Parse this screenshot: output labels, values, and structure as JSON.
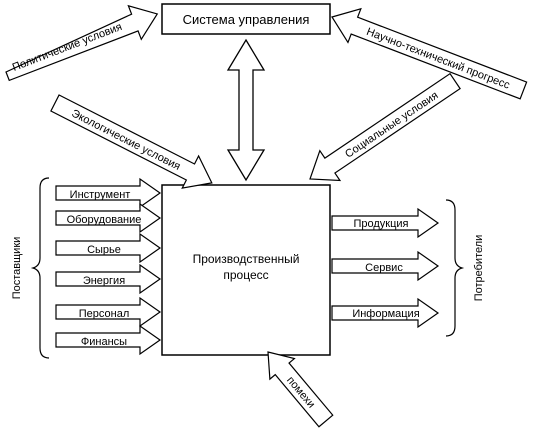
{
  "control_system": "Система управления",
  "process": {
    "line1": "Производственный",
    "line2": "процесс"
  },
  "influences": {
    "political": "Политические условия",
    "scientific": "Научно-технический прогресс",
    "ecological": "Экологические условия",
    "social": "Социальные условия",
    "interference": "помехи"
  },
  "suppliers": {
    "label": "Поставщики",
    "inputs": [
      "Инструмент",
      "Оборудование",
      "Сырье",
      "Энергия",
      "Персонал",
      "Финансы"
    ]
  },
  "consumers": {
    "label": "Потребители",
    "outputs": [
      "Продукция",
      "Сервис",
      "Информация"
    ]
  }
}
